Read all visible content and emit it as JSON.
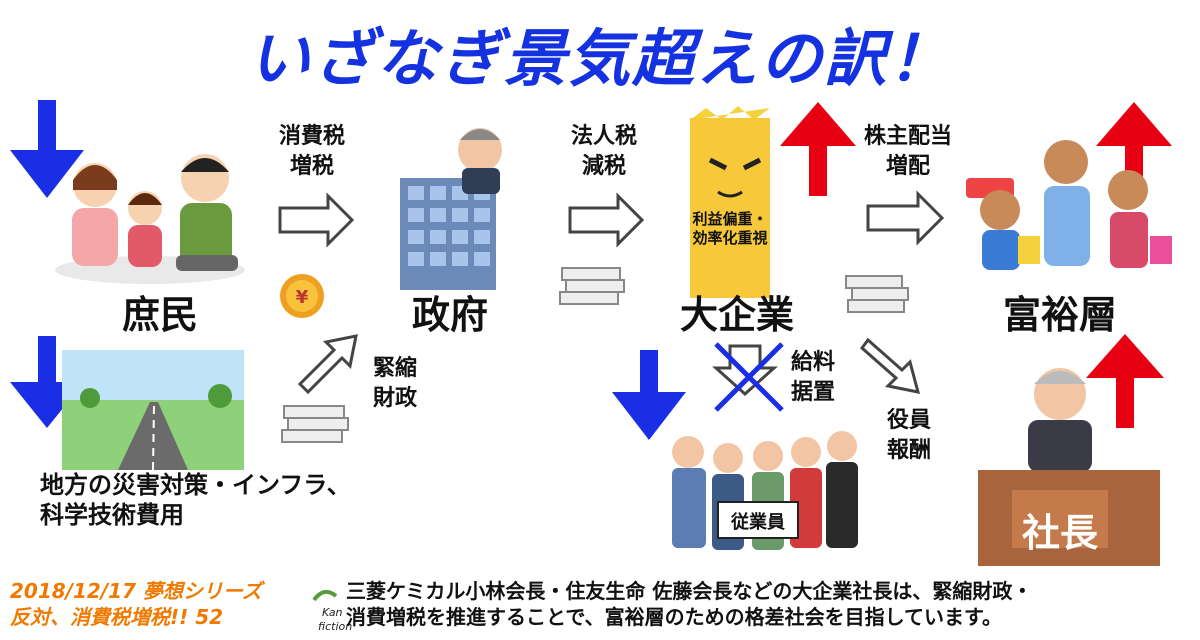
{
  "title": "いざなぎ景気超えの訳！",
  "nodes": {
    "shomin": "庶民",
    "seifu": "政府",
    "daikigyo": "大企業",
    "fuyuso": "富裕層",
    "shacho": "社長",
    "chiho": "地方の災害対策・インフラ、\n科学技術費用",
    "jugyoin": "従業員"
  },
  "flows": {
    "shohizei": "消費税\n増税",
    "hojinzei": "法人税\n減税",
    "haito": "株主配当\n増配",
    "kinshuku": "緊縮\n財政",
    "kyuryo": "給料\n据置",
    "yakuin": "役員\n報酬",
    "rieki": "利益偏重・\n効率化重視"
  },
  "footer": {
    "left": "2018/12/17 夢想シリーズ\n反対、消費税増税!! 52",
    "right": "三菱ケミカル小林会長・住友生命 佐藤会長などの大企業社長は、緊縮財政・\n消費増税を推進することで、富裕層のための格差社会を目指しています。",
    "logo": "Kan fiction"
  },
  "colors": {
    "down": "#1a2ee6",
    "up": "#e60012",
    "title": "#1532e0",
    "footer": "#f07a00"
  }
}
